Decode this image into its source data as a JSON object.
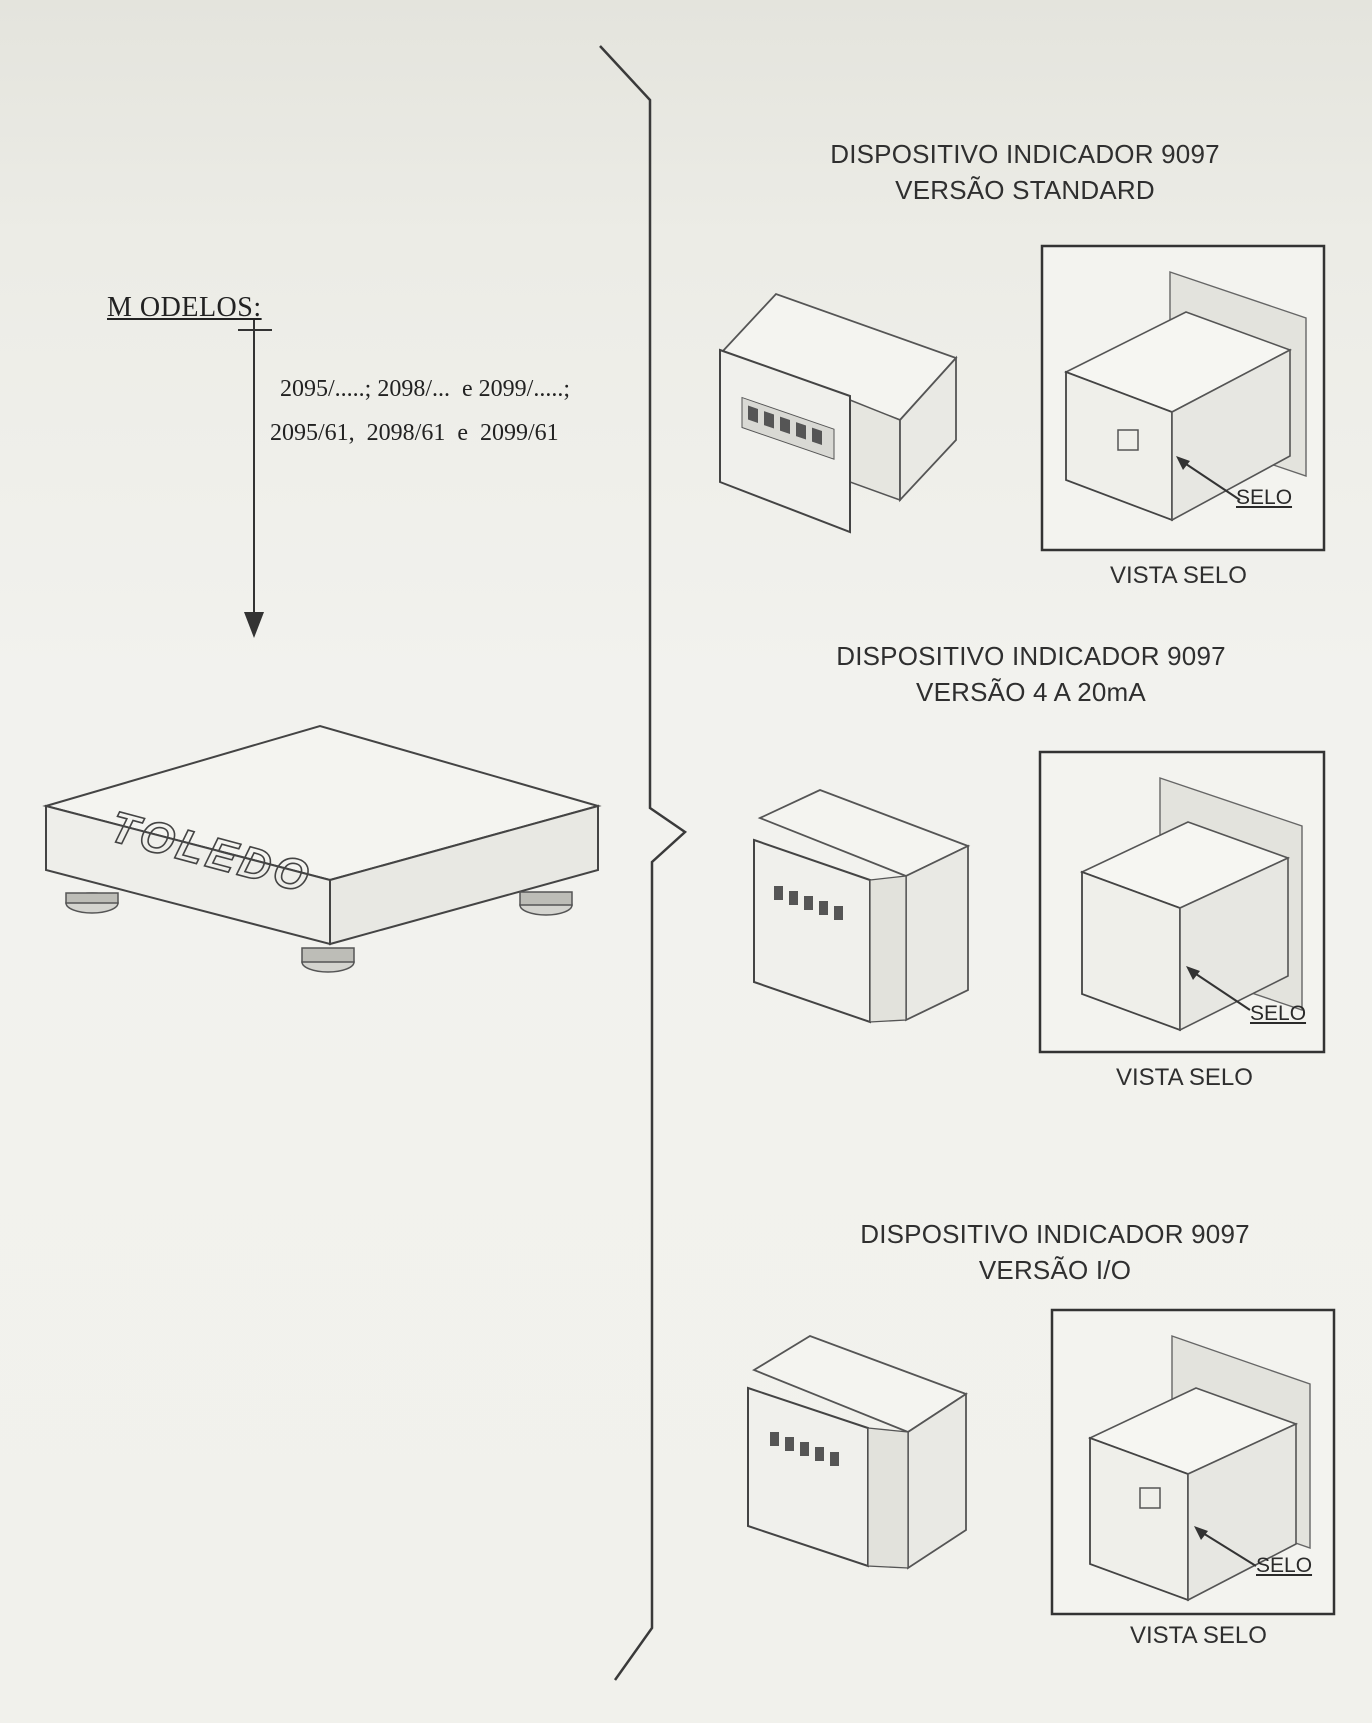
{
  "models": {
    "title": "M ODELOS:",
    "line1": "2095/.....; 2098/...  e 2099/.....;",
    "line2": "2095/61,  2098/61  e  2099/61"
  },
  "platform_scale": {
    "brand": "TOLEDO"
  },
  "indicators": [
    {
      "title": "DISPOSITIVO INDICADOR 9097",
      "version": "VERSÃO STANDARD",
      "seal_label": "SELO",
      "view_label": "VISTA SELO"
    },
    {
      "title": "DISPOSITIVO INDICADOR 9097",
      "version": "VERSÃO 4 A 20mA",
      "seal_label": "SELO",
      "view_label": "VISTA SELO"
    },
    {
      "title": "DISPOSITIVO INDICADOR 9097",
      "version": "VERSÃO I/O",
      "seal_label": "SELO",
      "view_label": "VISTA SELO"
    }
  ]
}
